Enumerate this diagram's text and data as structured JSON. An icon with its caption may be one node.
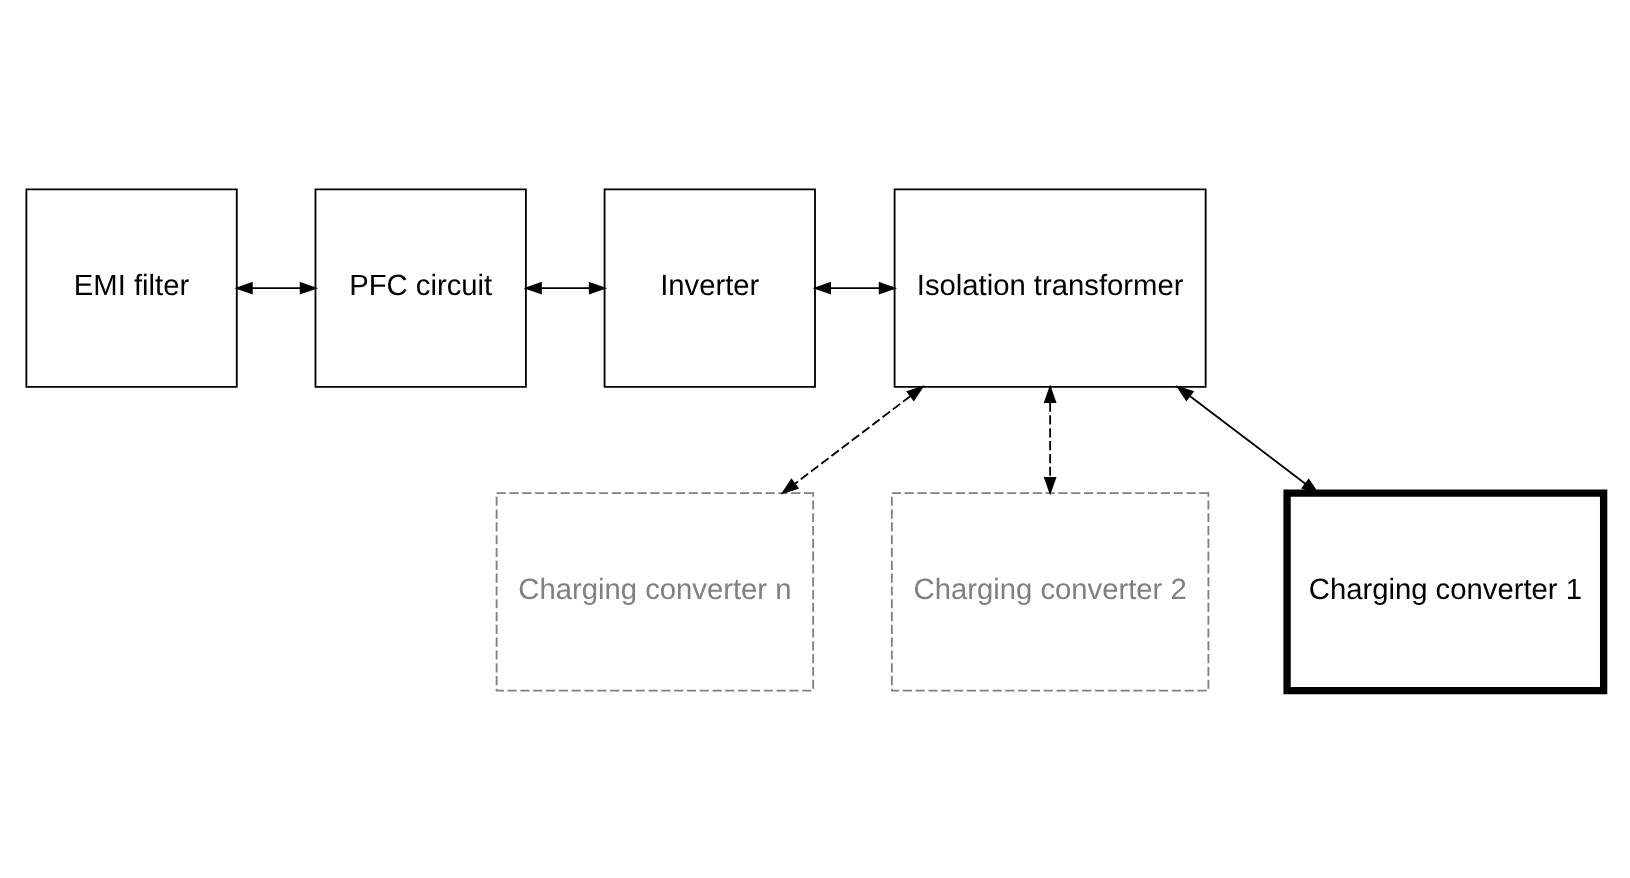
{
  "diagram": {
    "nodes": [
      {
        "text": [
          "EMI filter"
        ]
      },
      {
        "text": [
          "PFC circuit"
        ]
      },
      {
        "text": [
          "Inverter"
        ]
      },
      {
        "text": [
          "Isolation transformer"
        ]
      },
      {
        "text": [
          "Charging converter n"
        ]
      },
      {
        "text": [
          "Charging converter 2"
        ]
      },
      {
        "text": [
          "Charging converter 1"
        ]
      }
    ],
    "edges": [
      {
        "from": 0,
        "to": 1,
        "arrow": "both"
      },
      {
        "from": 1,
        "to": 2,
        "arrow": "both"
      },
      {
        "from": 2,
        "to": 3,
        "arrow": "both"
      },
      {
        "from": 3,
        "to": 4,
        "arrow": "both",
        "style": "dashed"
      },
      {
        "from": 3,
        "to": 5,
        "arrow": "both",
        "style": "dashed"
      },
      {
        "from": 3,
        "to": 6,
        "arrow": "both"
      }
    ]
  }
}
